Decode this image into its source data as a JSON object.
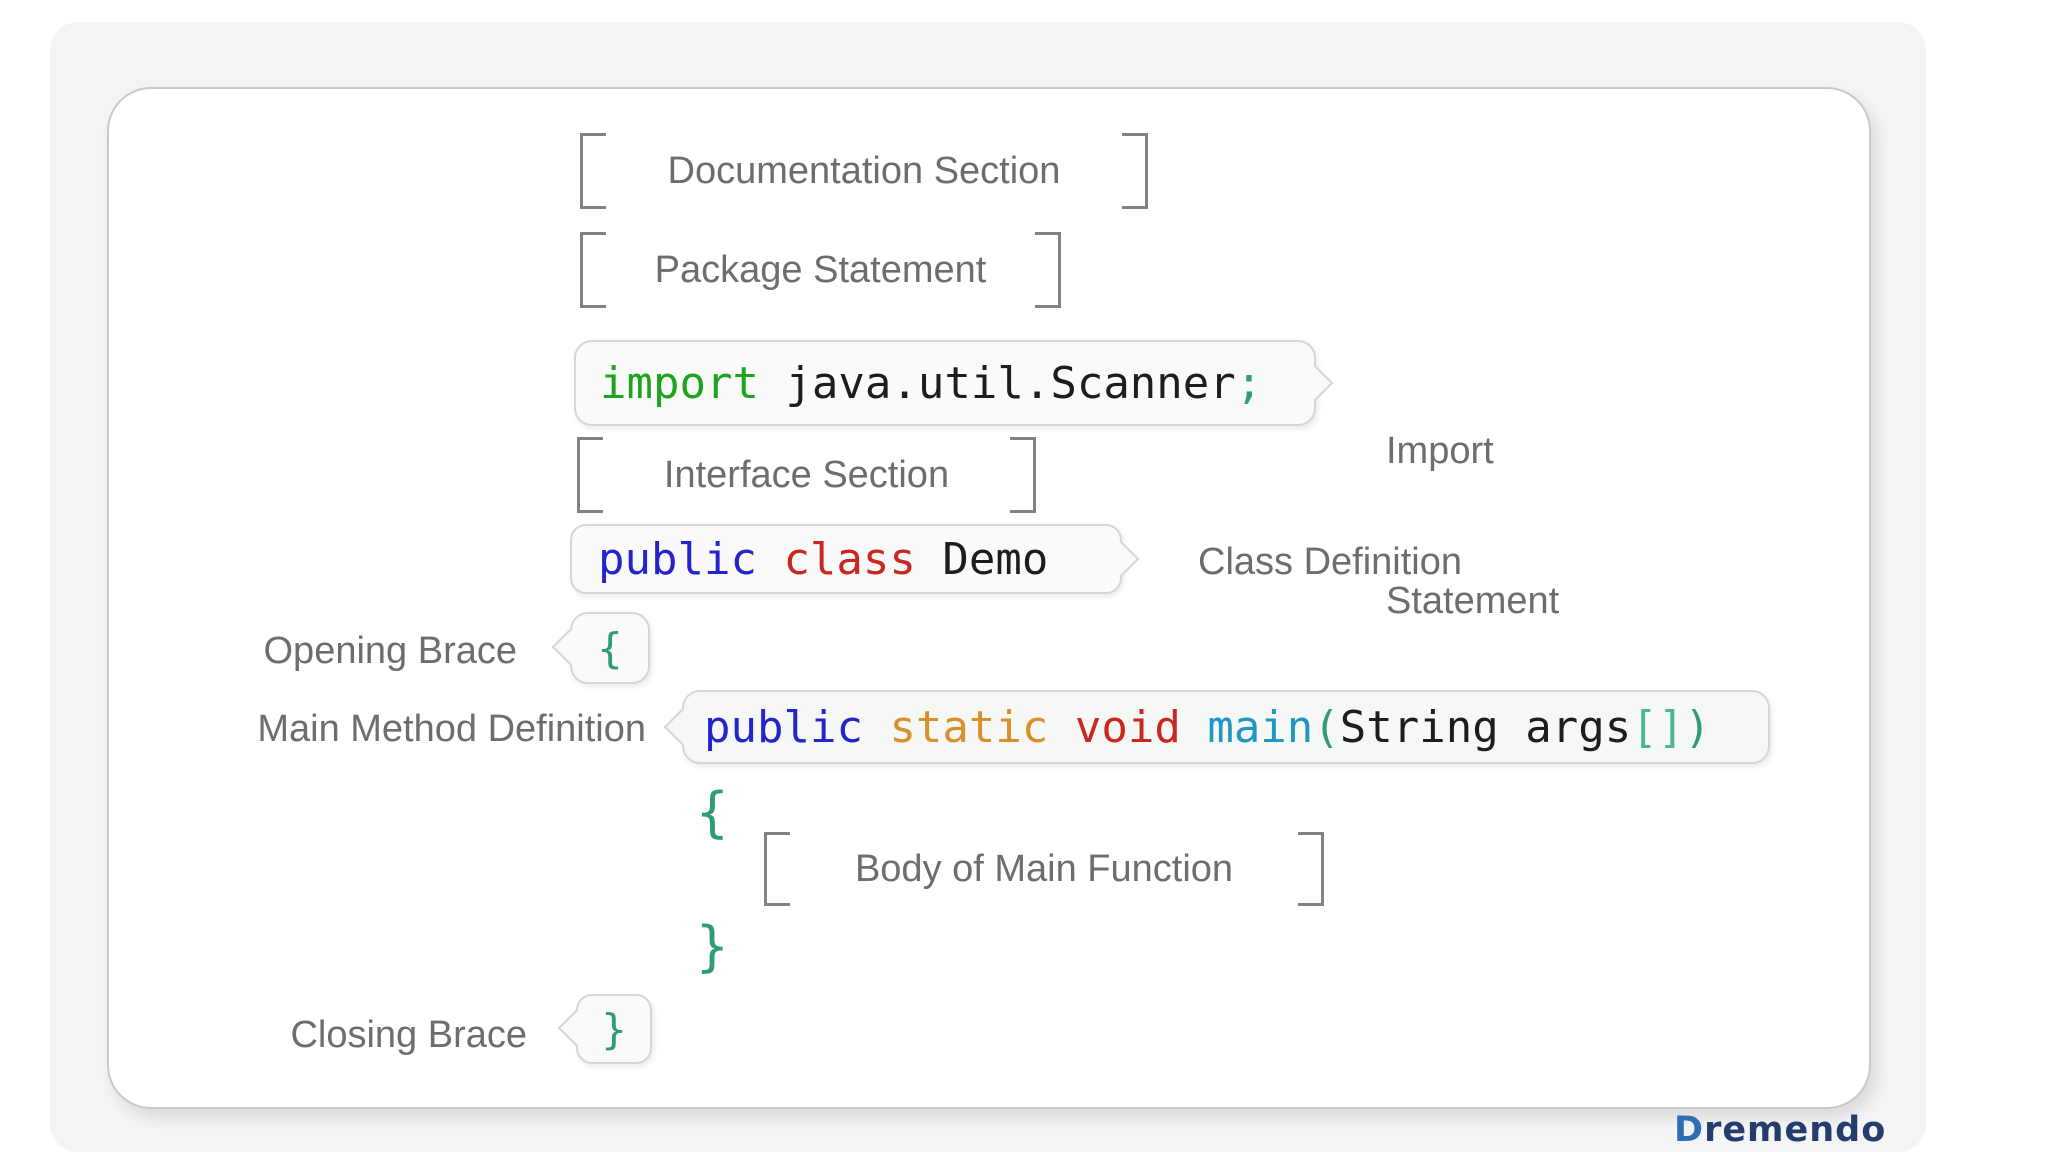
{
  "diagram": {
    "rows": {
      "documentation": {
        "label": "Documentation Section"
      },
      "package": {
        "label": "Package Statement"
      },
      "import_statement": {
        "code": {
          "kw": "import ",
          "body": "java.util.Scanner",
          "semi": ";"
        },
        "annotation_line1": "Import",
        "annotation_line2": "Statement"
      },
      "interface": {
        "label": "Interface Section"
      },
      "class_definition": {
        "code": {
          "kw_public": "public ",
          "kw_class": "class ",
          "name": "Demo"
        },
        "annotation": "Class Definition"
      },
      "opening_brace": {
        "label": "Opening Brace",
        "brace": "{"
      },
      "main_method": {
        "code": {
          "kw_public": "public ",
          "kw_static": "static ",
          "kw_void": "void ",
          "fn": "main",
          "paren_open": "(",
          "params": "String args",
          "brackets": "[]",
          "paren_close": ")"
        },
        "annotation": "Main Method Definition"
      },
      "body": {
        "open_brace": "{",
        "label": "Body of Main Function",
        "close_brace": "}"
      },
      "closing_brace": {
        "label": "Closing Brace",
        "brace": "}"
      }
    },
    "watermark": {
      "lead": "D",
      "rest": "remendo"
    },
    "colors": {
      "keyword_green": "#1ca41c",
      "keyword_blue": "#2424cc",
      "keyword_red": "#c9271f",
      "keyword_orange": "#d9902a",
      "method_cyan": "#2196c4",
      "punctuation_teal": "#2f9e77",
      "bracket_teal_light": "#4ab893",
      "code_black": "#1d1d1d",
      "label_gray": "#6d6d6d",
      "watermark_blue": "#2f6db5",
      "watermark_navy": "#253c6e"
    }
  }
}
